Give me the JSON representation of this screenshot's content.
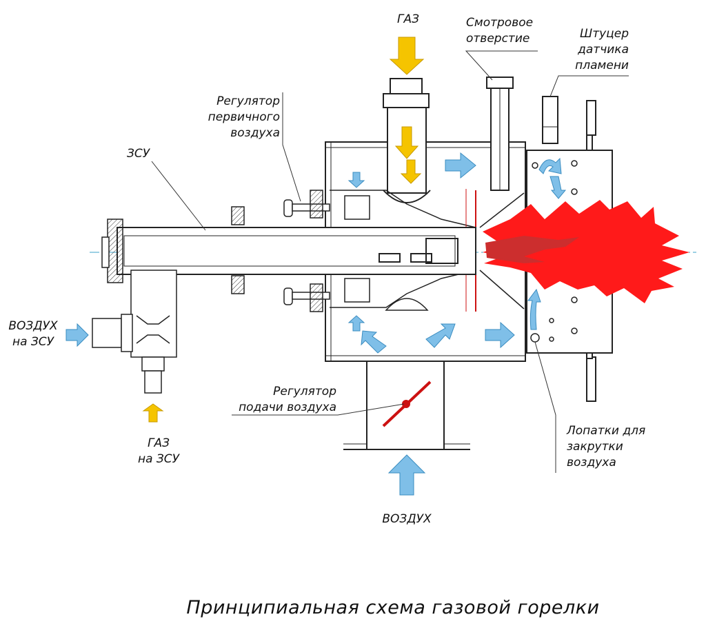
{
  "diagram": {
    "caption": "Принципиальная схема газовой горелки",
    "labels": {
      "gas_top": "ГАЗ",
      "sight_hole": "Смотровое\nотверстие",
      "flame_sensor_fitting": "Штуцер\nдатчика\nпламени",
      "primary_air_regulator": "Регулятор\nпервичного\nвоздуха",
      "zsu": "ЗСУ",
      "air_to_zsu": "ВОЗДУХ\nна ЗСУ",
      "gas_to_zsu": "ГАЗ\nна ЗСУ",
      "air_supply_regulator": "Регулятор\nподачи воздуха",
      "swirl_vanes": "Лопатки для\nзакрутки\nвоздуха",
      "air_bottom": "ВОЗДУХ"
    },
    "colors": {
      "gas_arrow": "#f5c400",
      "air_arrow": "#7fbfe8",
      "flame": "#ff1a1a",
      "damper": "#cc1111",
      "centerline": "#3aa0c8",
      "outline": "#222222"
    }
  }
}
